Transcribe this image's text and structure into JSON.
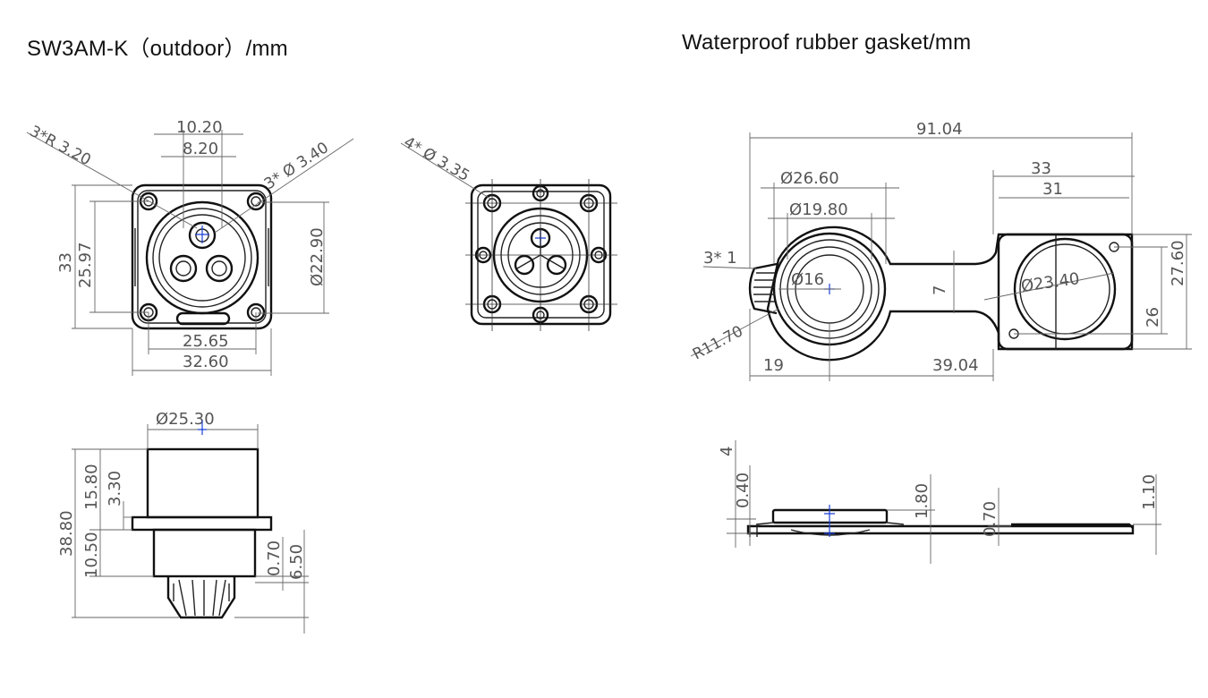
{
  "titles": {
    "left": "SW3AM-K（outdoor）/mm",
    "right": "Waterproof rubber gasket/mm"
  },
  "dims": {
    "front": {
      "w1020": "10.20",
      "w820": "8.20",
      "r320": "3*R 3.20",
      "d340": "3* Ø 3.40",
      "h33": "33",
      "h2597": "25.97",
      "d2290": "Ø22.90",
      "w2565": "25.65",
      "w3260": "32.60"
    },
    "back": {
      "d335": "4* Ø 3.35"
    },
    "side": {
      "d2530": "Ø25.30",
      "h3880": "38.80",
      "h1580": "15.80",
      "h330": "3.30",
      "h1050": "10.50",
      "h070": "0.70",
      "h650": "6.50"
    },
    "gasket": {
      "w9104": "91.04",
      "d2660": "Ø26.60",
      "d1980": "Ø19.80",
      "w33": "33",
      "w31": "31",
      "c31": "3* 1",
      "d16": "Ø16",
      "t7": "7",
      "d2340": "Ø23.40",
      "h2760": "27.60",
      "h26": "26",
      "r1170": "R11.70",
      "w19": "19",
      "w3904": "39.04"
    },
    "gasket_side": {
      "h4": "4",
      "h040": "0.40",
      "h180": "1.80",
      "h070": "0.70",
      "h110": "1.10"
    }
  },
  "colors": {
    "line": "#222222",
    "dimension": "#666666",
    "marker": "#1a3fd6"
  }
}
